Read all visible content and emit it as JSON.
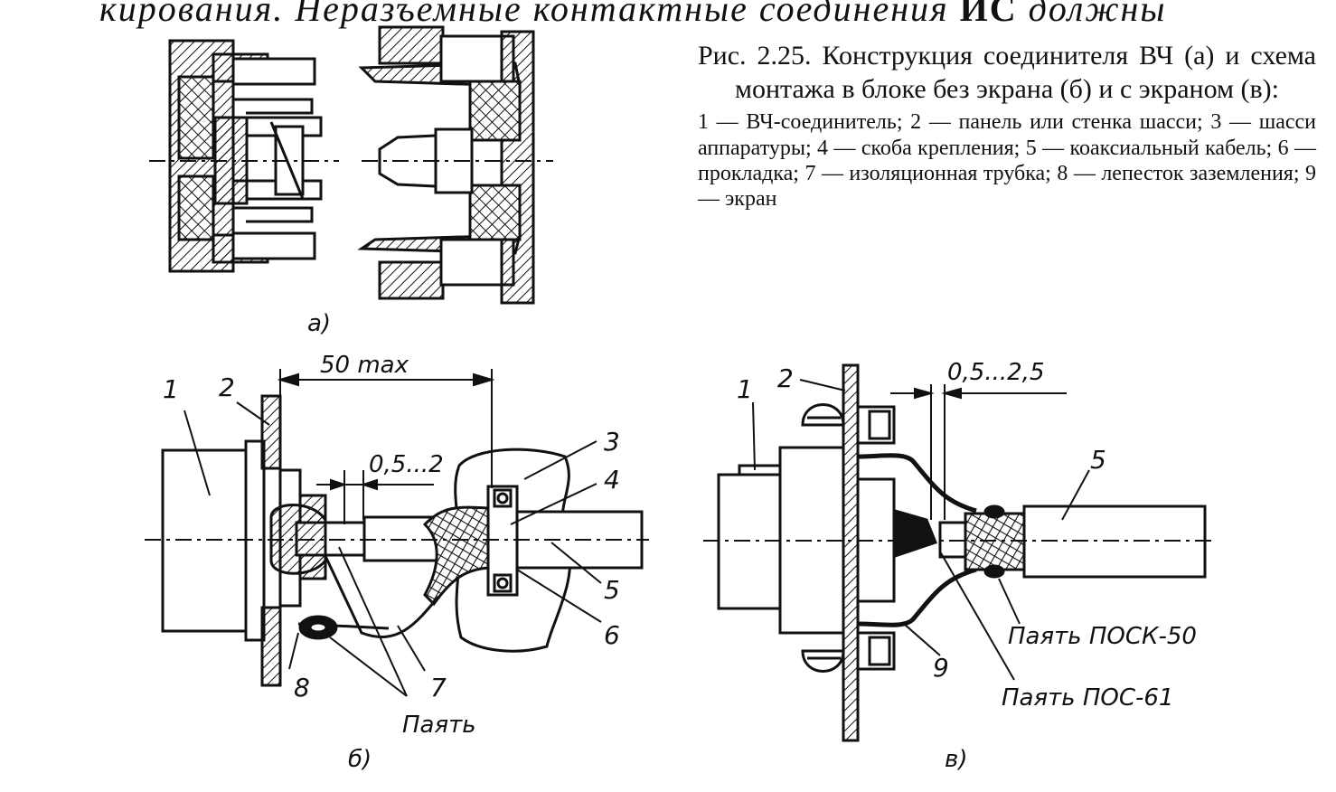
{
  "header_strip": {
    "part1": "кирования. Неразъемные контактные соединения",
    "part2": "ИС",
    "part3": "должны"
  },
  "caption": {
    "title_line": "Рис. 2.25. Конструкция соединителя ВЧ (а) и схема монтажа в блоке без экрана (б) и с экраном (в):",
    "legend": "1 — ВЧ-соединитель; 2 — панель или стенка шасси; 3 — шасси аппаратуры; 4 — скоба крепления; 5 — коаксиальный кабель; 6 — прокладка; 7 — изоляционная трубка; 8 — лепесток заземления; 9 — экран"
  },
  "diagram": {
    "sublabel_a": "а)",
    "sublabel_b": "б)",
    "sublabel_v": "в)",
    "dim_b_50": "50 max",
    "dim_b_05_2": "0,5...2",
    "dim_v_05_25": "0,5...2,5",
    "b_labels": {
      "n1": "1",
      "n2": "2",
      "n3": "3",
      "n4": "4",
      "n5": "5",
      "n6": "6",
      "n7": "7",
      "n8": "8",
      "solder": "Паять"
    },
    "v_labels": {
      "n1": "1",
      "n2": "2",
      "n5": "5",
      "n9": "9",
      "solder_posk": "Паять ПОСК-50",
      "solder_pos": "Паять ПОС-61"
    }
  }
}
